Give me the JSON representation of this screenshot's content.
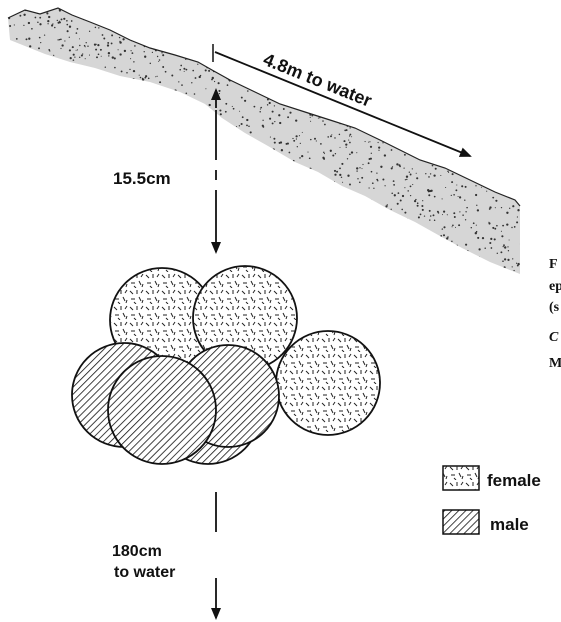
{
  "labels": {
    "top_distance": "4.8m to water",
    "depth": "15.5cm",
    "bottom_distance_line1": "180cm",
    "bottom_distance_line2": "to water"
  },
  "legend": {
    "female": "female",
    "male": "male"
  },
  "caption_fragments": [
    "F",
    "ep",
    "(s",
    "C",
    "M"
  ],
  "colors": {
    "ink": "#111111",
    "background": "#ffffff"
  }
}
